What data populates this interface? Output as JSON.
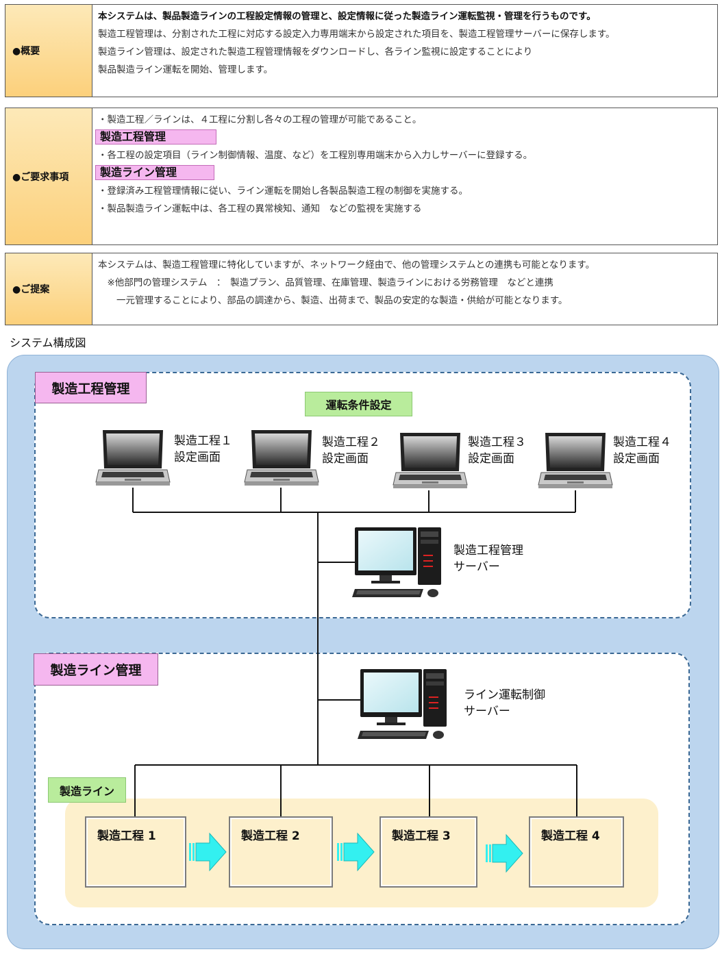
{
  "overview": {
    "label": "●概要",
    "lines": [
      "本システムは、製品製造ラインの工程設定情報の管理と、設定情報に従った製造ライン運転監視・管理を行うものです。",
      "製造工程管理は、分割された工程に対応する設定入力専用端末から設定された項目を、製造工程管理サーバーに保存します。",
      "製造ライン管理は、設定された製造工程管理情報をダウンロードし、各ライン監視に設定することにより",
      "製品製造ライン運転を開始、管理します。"
    ]
  },
  "requirements": {
    "label": "●ご要求事項",
    "line1": "・製造工程／ラインは、４工程に分割し各々の工程の管理が可能であること。",
    "tag1": "製造工程管理",
    "line2": "・各工程の設定項目（ライン制御情報、温度、など）を工程別専用端末から入力しサーバーに登録する。",
    "tag2": "製造ライン管理",
    "line3": "・登録済み工程管理情報に従い、ライン運転を開始し各製品製造工程の制御を実施する。",
    "line4": "・製品製造ライン運転中は、各工程の異常検知、通知　などの監視を実施する"
  },
  "proposal": {
    "label": "●ご提案",
    "lines": [
      "本システムは、製造工程管理に特化していますが、ネットワーク経由で、他の管理システムとの連携も可能となります。",
      "　※他部門の管理システム　：　製造プラン、品質管理、在庫管理、製造ラインにおける労務管理　などと連携",
      "　　一元管理することにより、部品の調達から、製造、出荷まで、製品の安定的な製造・供給が可能となります。"
    ]
  },
  "diagram": {
    "section_title": "システム構成図",
    "process_mgmt_label": "製造工程管理",
    "run_condition_label": "運転条件設定",
    "terminals": [
      {
        "line1": "製造工程１",
        "line2": "設定画面"
      },
      {
        "line1": "製造工程２",
        "line2": "設定画面"
      },
      {
        "line1": "製造工程３",
        "line2": "設定画面"
      },
      {
        "line1": "製造工程４",
        "line2": "設定画面"
      }
    ],
    "process_server": {
      "line1": "製造工程管理",
      "line2": "サーバー"
    },
    "line_mgmt_label": "製造ライン管理",
    "line_server": {
      "line1": "ライン運転制御",
      "line2": "サーバー"
    },
    "production_line_label": "製造ライン",
    "processes": [
      "製造工程 1",
      "製造工程 2",
      "製造工程 3",
      "製造工程 4"
    ]
  },
  "colors": {
    "outer_bg": "#bcd5ee",
    "dash_border": "#3a6894",
    "pink": "#f5b7ef",
    "green": "#b9ec9c",
    "line_band": "#fdf0cc",
    "arrow": "#33f0f0"
  }
}
